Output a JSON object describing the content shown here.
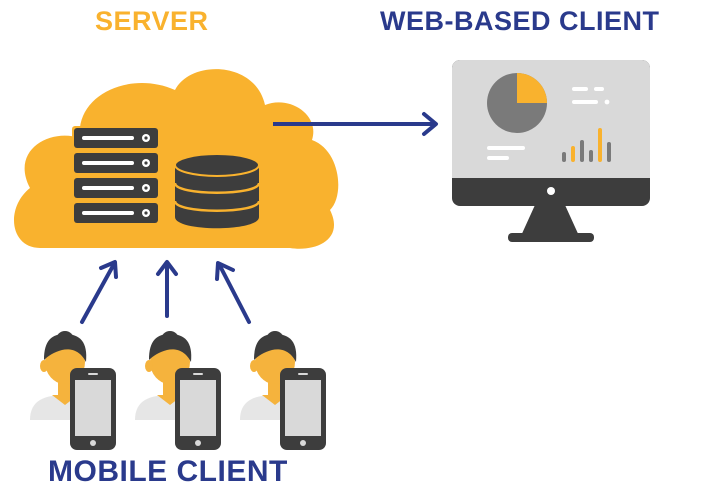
{
  "labels": {
    "server": "SERVER",
    "web_client": "WEB-BASED CLIENT",
    "mobile_client": "MOBILE CLIENT"
  },
  "colors": {
    "server_accent": "#F9B22E",
    "navy": "#2A3A8C",
    "dark_gray": "#3D3D3D",
    "light_gray": "#D9D9D9",
    "skin": "#F5B33D",
    "hair": "#3C3C3C"
  },
  "icons": [
    "cloud-icon",
    "server-rack-icon",
    "database-icon",
    "monitor-icon",
    "pie-chart-icon",
    "bar-chart-icon",
    "person-icon",
    "smartphone-icon",
    "arrow-icon"
  ]
}
